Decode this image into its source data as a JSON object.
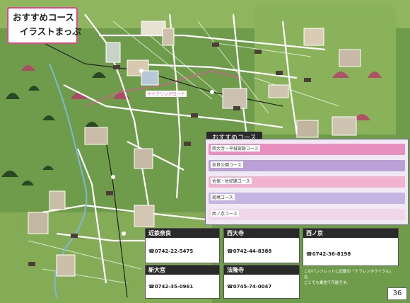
{
  "title": {
    "line1": "おすすめコース",
    "line2": "イラストまっぷ"
  },
  "route_heading": "おすすめコース",
  "cycling_road_label": "サイクリングロード",
  "routes": [
    {
      "label": "西大寺・平城宮跡コース",
      "color": "#e98fc0"
    },
    {
      "label": "奈良公園コース",
      "color": "#b9a1d6"
    },
    {
      "label": "佐保・佐紀路コース",
      "color": "#f2b3cf"
    },
    {
      "label": "斑鳩コース",
      "color": "#c4b5e3"
    },
    {
      "label": "西ノ京コース",
      "color": "#f0d6e8"
    }
  ],
  "info_cards": [
    {
      "name": "近鉄奈良",
      "tel": "☎0742-22-5475"
    },
    {
      "name": "西大寺",
      "tel": "☎0742-44-8388"
    },
    {
      "name": "西ノ京",
      "tel": "☎0742-36-8198"
    },
    {
      "name": "新大宮",
      "tel": "☎0742-35-0961"
    },
    {
      "name": "法隆寺",
      "tel": "☎0745-74-0047"
    }
  ],
  "notes": {
    "line1": "このパンフレットに記載の「ナラレンタサイクル」は",
    "line2": "どこでも乗捨て可能です。"
  },
  "page_number": "36",
  "colors": {
    "title_border": "#d94a8c",
    "map_green": "#6e9c4a",
    "road": "#ffffff",
    "river": "#7fb7d9",
    "cycle_road": "#e05a9a"
  }
}
